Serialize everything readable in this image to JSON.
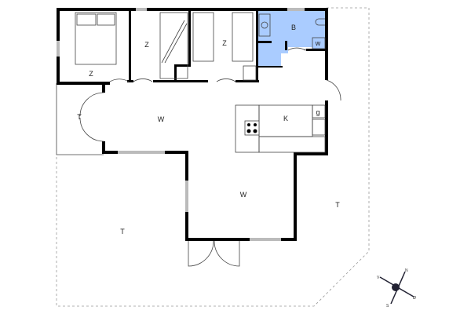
{
  "floorplan": {
    "rooms": [
      {
        "id": "bedroom-1",
        "label": "Z"
      },
      {
        "id": "bedroom-2",
        "label": "Z"
      },
      {
        "id": "bedroom-3",
        "label": "Z"
      },
      {
        "id": "bathroom",
        "label": "B"
      },
      {
        "id": "washer",
        "label": "w"
      },
      {
        "id": "kitchen",
        "label": "K"
      },
      {
        "id": "dishwasher",
        "label": "g"
      },
      {
        "id": "living-1",
        "label": "W"
      },
      {
        "id": "living-2",
        "label": "W"
      },
      {
        "id": "terrace-left",
        "label": "T"
      },
      {
        "id": "terrace-bottom",
        "label": "T"
      },
      {
        "id": "terrace-right",
        "label": "T"
      }
    ],
    "colors": {
      "bathroom": "#aaccff",
      "walls": "#000000",
      "windows": "#bbbbbb"
    }
  },
  "compass": {
    "north": "N",
    "west": "V",
    "south": "S",
    "east": "Ø"
  }
}
